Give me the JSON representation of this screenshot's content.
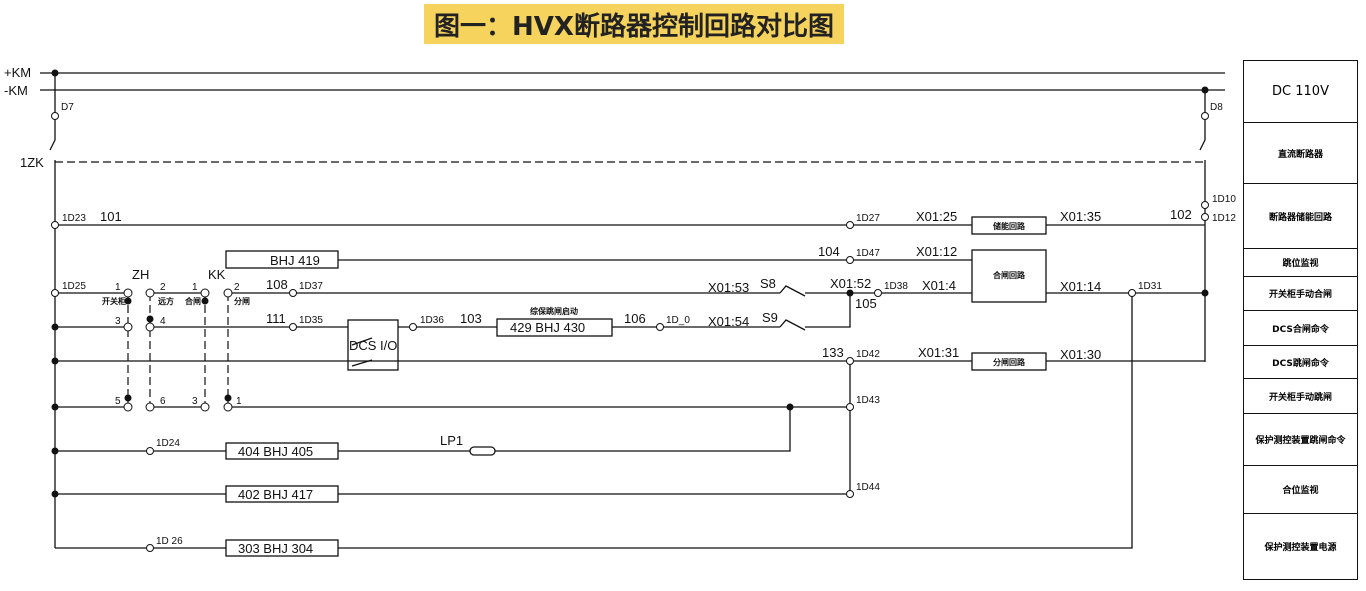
{
  "title": "图一：HVX断路器控制回路对比图",
  "bus": {
    "pos": "+KM",
    "neg": "-KM"
  },
  "labels": {
    "d7": "D7",
    "d8": "D8",
    "zk": "1ZK",
    "d23": "1D23",
    "n101": "101",
    "d27": "1D27",
    "x0125": "X01:25",
    "x0135": "X01:35",
    "n102": "102",
    "d10": "1D10",
    "d12": "1D12",
    "bhj419": "BHJ  419",
    "n104": "104",
    "d47": "1D47",
    "x0112": "X01:12",
    "d25": "1D25",
    "zh": "ZH",
    "kk": "KK",
    "n108": "108",
    "d37": "1D37",
    "x0153": "X01:53",
    "s8": "S8",
    "x0152": "X01:52",
    "n105": "105",
    "d38": "1D38",
    "x014": "X01:4",
    "x0114": "X01:14",
    "d31": "1D31",
    "n111": "111",
    "d35": "1D35",
    "dcs": "DCS I/O",
    "d36": "1D36",
    "n103": "103",
    "bhj429": "429  BHJ  430",
    "bhj429cap": "综保跳闸启动",
    "n106": "106",
    "d40": "1D_0",
    "x0154": "X01:54",
    "s9": "S9",
    "n133": "133",
    "d42": "1D42",
    "x0131": "X01:31",
    "x0130": "X01:30",
    "d43": "1D43",
    "d24": "1D24",
    "bhj404": "404  BHJ  405",
    "lp1": "LP1",
    "bhj402": "402  BHJ  417",
    "d44": "1D44",
    "d26": "1D 26",
    "bhj303": "303  BHJ  304",
    "zh1": "1",
    "zh2": "2",
    "zh3": "3",
    "zh4": "4",
    "zh5": "5",
    "zh6": "6",
    "kk1": "1",
    "kk2": "2",
    "kk3": "3",
    "kk1b": "1",
    "zh1cap": "开关柜",
    "zh2cap": "远方",
    "kk1cap": "合闸",
    "kk2cap": "分闸",
    "box_charge": "储能回路",
    "box_close": "合闸回路",
    "box_trip": "分闸回路"
  },
  "table": [
    "DC  110V",
    "直流断路器",
    "断路器储能回路",
    "跳位监视",
    "开关柜手动合闸",
    "DCS合闸命令",
    "DCS跳闸命令",
    "开关柜手动跳闸",
    "保护测控装置跳闸命令",
    "合位监视",
    "保护测控装置电源"
  ]
}
